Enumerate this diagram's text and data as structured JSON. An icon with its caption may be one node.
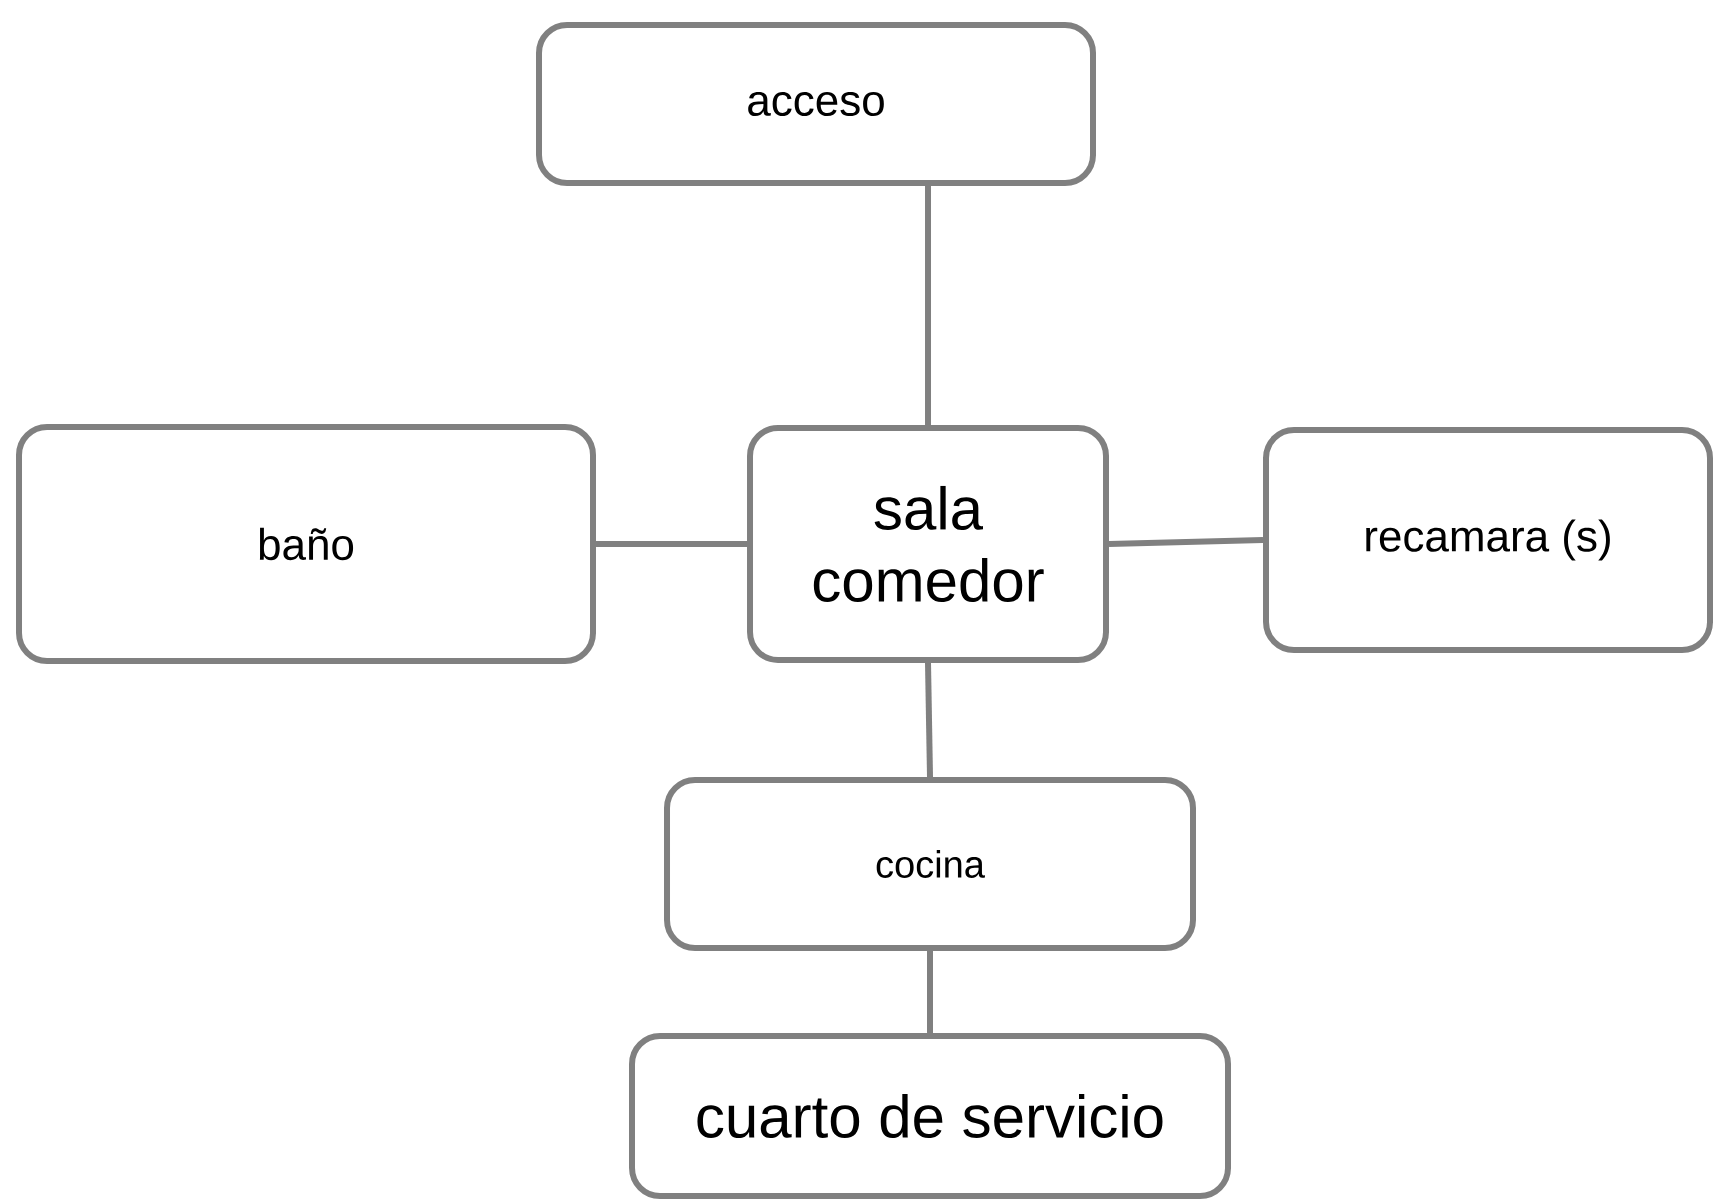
{
  "diagram": {
    "nodes": [
      {
        "text": [
          "acceso"
        ]
      },
      {
        "text": [
          "baño"
        ]
      },
      {
        "text": [
          "sala comedor"
        ]
      },
      {
        "text": [
          "recamara (s)"
        ]
      },
      {
        "text": [
          "cocina"
        ]
      },
      {
        "text": [
          "cuarto de servicio"
        ]
      }
    ],
    "edges": [
      {
        "from": 0,
        "to": 2,
        "arrow": "none"
      },
      {
        "from": 1,
        "to": 2,
        "arrow": "none"
      },
      {
        "from": 2,
        "to": 3,
        "arrow": "none"
      },
      {
        "from": 2,
        "to": 4,
        "arrow": "none"
      },
      {
        "from": 4,
        "to": 5,
        "arrow": "none"
      }
    ]
  }
}
